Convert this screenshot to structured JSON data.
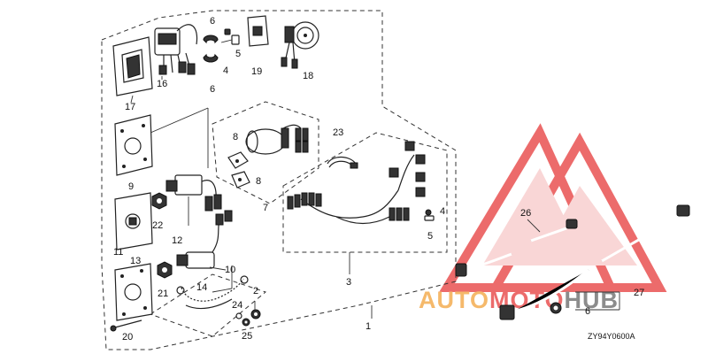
{
  "diagram": {
    "reference_code": "ZY94Y0600A",
    "watermark": {
      "brand": "AUTOMOTOHUB",
      "color_primary": "#e63a3a",
      "color_secondary": "#f2a23a",
      "color_tertiary": "#666666"
    },
    "callouts": {
      "c1": "1",
      "c2": "2",
      "c3": "3",
      "c4a": "4",
      "c4b": "4",
      "c5a": "5",
      "c5b": "5",
      "c6a": "6",
      "c6b": "6",
      "c6c": "6",
      "c7": "7",
      "c8a": "8",
      "c8b": "8",
      "c9": "9",
      "c10": "10",
      "c11": "11",
      "c12": "12",
      "c13": "13",
      "c14": "14",
      "c16": "16",
      "c17": "17",
      "c18": "18",
      "c19": "19",
      "c20": "20",
      "c21": "21",
      "c22": "22",
      "c23": "23",
      "c24": "24",
      "c25": "25",
      "c26": "26",
      "c27": "27"
    }
  }
}
